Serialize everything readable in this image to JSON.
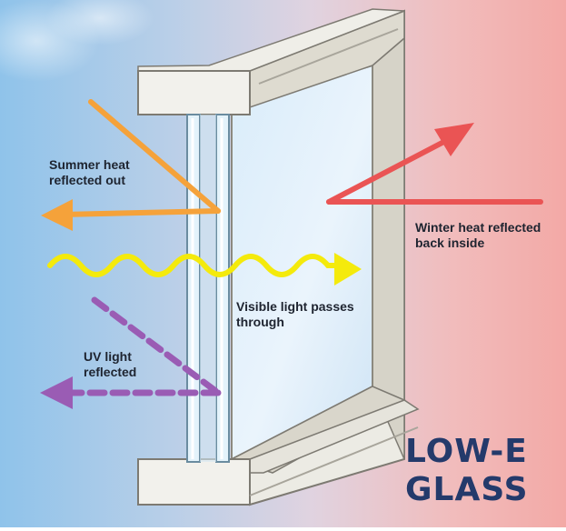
{
  "title": {
    "line1": "LOW-E",
    "line2": "GLASS"
  },
  "labels": {
    "summer": {
      "line1": "Summer heat",
      "line2": "reflected out"
    },
    "winter": {
      "line1": "Winter heat reflected",
      "line2": "back inside"
    },
    "visible": {
      "line1": "Visible light passes",
      "line2": "through"
    },
    "uv": {
      "line1": "UV light",
      "line2": "reflected"
    }
  },
  "colors": {
    "summer_arrow": "#f5a23a",
    "winter_arrow": "#ea5454",
    "visible_wave": "#f4ea0c",
    "uv_arrow": "#9a5cb4",
    "title_text": "#243a6b",
    "frame": "#e9e7de"
  }
}
